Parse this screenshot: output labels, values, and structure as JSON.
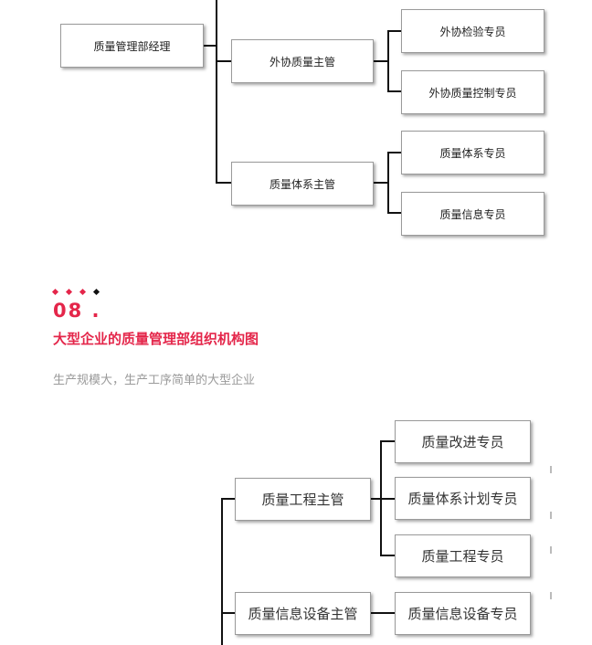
{
  "diagram1": {
    "root": "质量管理部经理",
    "mgr1": "外协质量主管",
    "mgr1_children": [
      "外协检验专员",
      "外协质量控制专员"
    ],
    "mgr2": "质量体系主管",
    "mgr2_children": [
      "质量体系专员",
      "质量信息专员"
    ]
  },
  "section": {
    "number": "08 .",
    "title": "大型企业的质量管理部组织机构图",
    "subtitle": "生产规模大，生产工序简单的大型企业",
    "dot_colors": [
      "#e4264a",
      "#e4264a",
      "#e4264a",
      "#111111"
    ]
  },
  "diagram2": {
    "mgr1": "质量工程主管",
    "mgr1_children": [
      "质量改进专员",
      "质量体系计划专员",
      "质量工程专员"
    ],
    "mgr2": "质量信息设备主管",
    "mgr2_children": [
      "质量信息设备专员"
    ]
  }
}
